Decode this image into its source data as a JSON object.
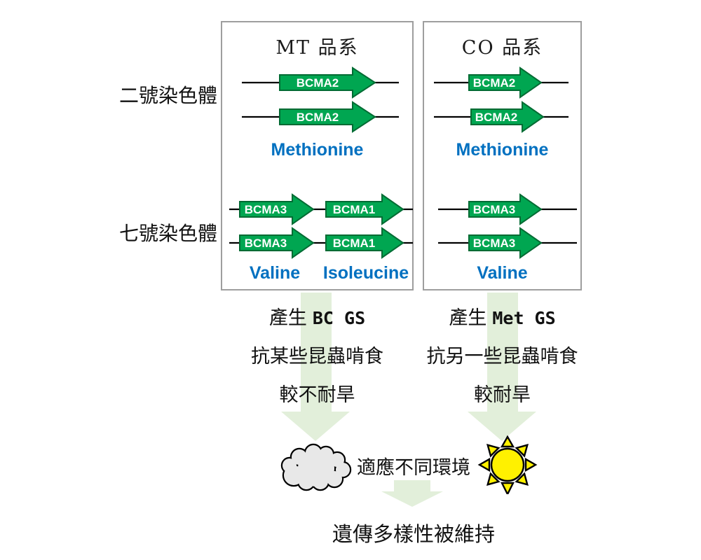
{
  "colors": {
    "gene_fill": "#00A651",
    "gene_stroke": "#006B33",
    "gene_text": "#FFFFFF",
    "product_blue": "#0070C0",
    "flow_arrow_green": "#E2EFDA",
    "cloud_fill": "#E8E8E8",
    "sun_fill": "#FFF100",
    "outline_black": "#000000",
    "box_border_gray": "#9E9E9E"
  },
  "left_labels": {
    "chr2": "二號染色體",
    "chr7": "七號染色體"
  },
  "mt": {
    "title": "MT 品系",
    "chr2_genes": [
      "BCMA2",
      "BCMA2"
    ],
    "chr2_product": "Methionine",
    "chr7_rows": [
      [
        "BCMA3",
        "BCMA1"
      ],
      [
        "BCMA3",
        "BCMA1"
      ]
    ],
    "chr7_products": [
      "Valine",
      "Isoleucine"
    ],
    "notes": {
      "produce_zh": "產生",
      "produce_en": "BC GS",
      "insect": "抗某些昆蟲啃食",
      "drought": "較不耐旱"
    }
  },
  "co": {
    "title": "CO 品系",
    "chr2_genes": [
      "BCMA2",
      "BCMA2"
    ],
    "chr2_product": "Methionine",
    "chr7_rows": [
      [
        "BCMA3"
      ],
      [
        "BCMA3"
      ]
    ],
    "chr7_products": [
      "Valine"
    ],
    "notes": {
      "produce_zh": "產生",
      "produce_en": "Met GS",
      "insect": "抗另一些昆蟲啃食",
      "drought": "較耐旱"
    }
  },
  "middle": {
    "adapt": "適應不同環境"
  },
  "bottom": {
    "conclusion": "遺傳多樣性被維持"
  },
  "icons": {
    "cloud": "cloud-icon",
    "sun": "sun-icon"
  }
}
